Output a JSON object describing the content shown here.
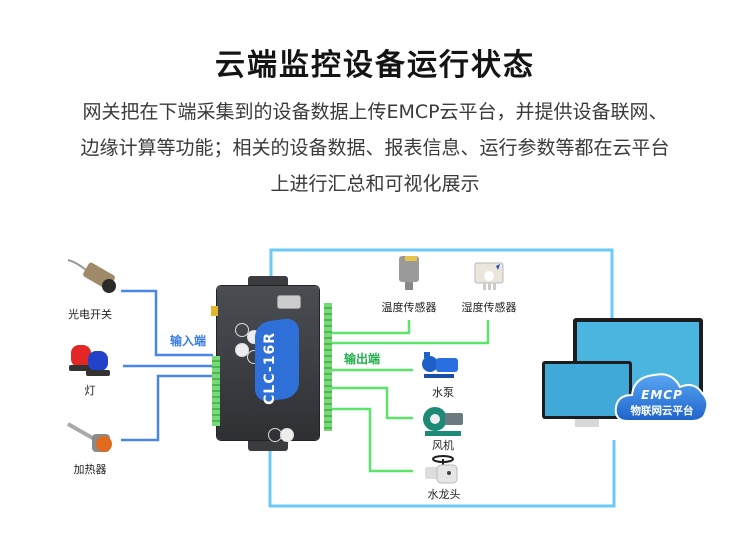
{
  "header": {
    "title": "云端监控设备运行状态",
    "description_lines": [
      "网关把在下端采集到的设备数据上传EMCP云平台，并提供设备联网、",
      "边缘计算等功能；相关的设备数据、报表信息、运行参数等都在云平台",
      "上进行汇总和可视化展示"
    ]
  },
  "diagram": {
    "input_label": "输入端",
    "output_label": "输出端",
    "inputs": [
      {
        "name": "光电开关",
        "icon": "photoelectric-switch-icon"
      },
      {
        "name": "灯",
        "icon": "warning-light-icon"
      },
      {
        "name": "加热器",
        "icon": "heater-icon"
      }
    ],
    "sensors": [
      {
        "name": "温度传感器",
        "icon": "temperature-sensor-icon"
      },
      {
        "name": "湿度传感器",
        "icon": "humidity-sensor-icon"
      }
    ],
    "outputs": [
      {
        "name": "水泵",
        "icon": "water-pump-icon"
      },
      {
        "name": "风机",
        "icon": "fan-icon"
      },
      {
        "name": "水龙头",
        "icon": "valve-icon"
      }
    ],
    "controller": {
      "model": "CLC-16R",
      "icon": "gateway-controller-icon"
    },
    "platform": {
      "brand": "EMCP",
      "name": "物联网云平台",
      "icon": "cloud-platform-icon"
    },
    "colors": {
      "input_line": "#4a86e8",
      "output_line": "#5be36a",
      "cloud_line": "#6ccaf5",
      "input_label": "#3b7de8",
      "output_label": "#22b14c",
      "cloud": "#2f7fe0"
    }
  }
}
